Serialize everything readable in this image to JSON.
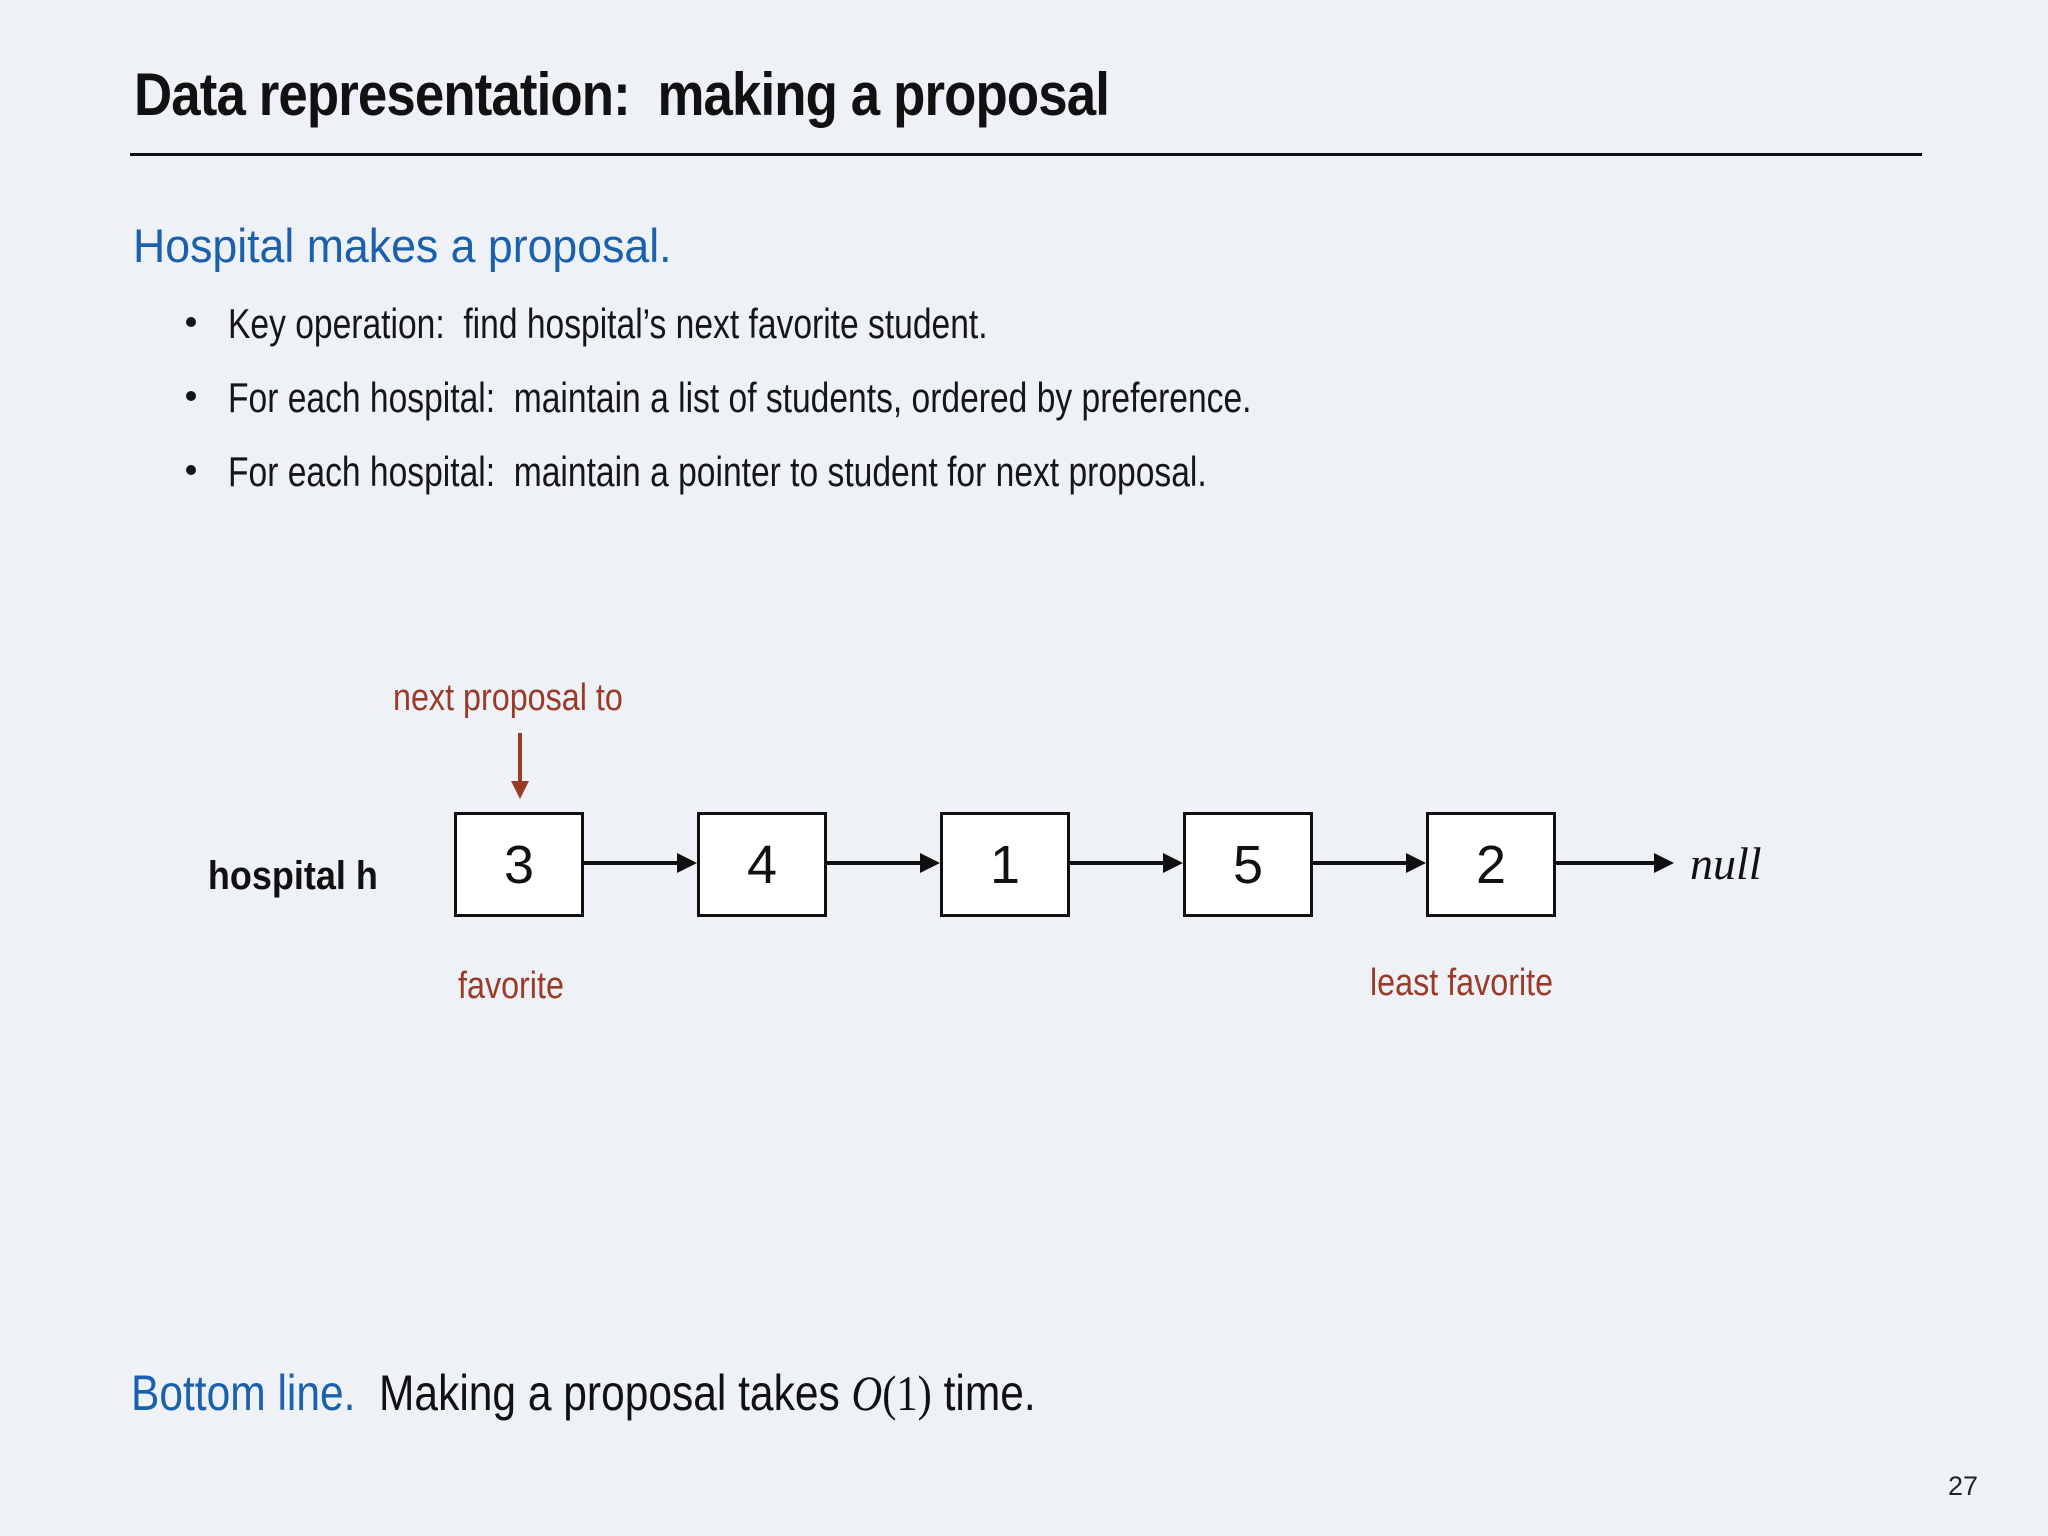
{
  "slide": {
    "title": "Data representation:  making a proposal",
    "heading": "Hospital makes a proposal.",
    "bullets": [
      "Key operation:  find hospital’s next favorite student.",
      "For each hospital:  maintain a list of students, ordered by preference.",
      "For each hospital:  maintain a pointer to student for next proposal."
    ],
    "diagram": {
      "pointer_label": "next proposal to",
      "row_label": "hospital h",
      "nodes": [
        "3",
        "4",
        "1",
        "5",
        "2"
      ],
      "terminator": "null",
      "first_node_label": "favorite",
      "last_node_label": "least favorite"
    },
    "bottom": {
      "lead": "Bottom line.",
      "body_before": "  Making a proposal takes ",
      "big_o": "O",
      "big_o_arg": "(1)",
      "body_after": " time."
    },
    "page_number": "27",
    "colors": {
      "background": "#eef2f6",
      "text": "#111111",
      "accent_blue": "#1a60ae",
      "annotation_red": "#9a3a29",
      "node_fill": "#ffffff"
    }
  }
}
